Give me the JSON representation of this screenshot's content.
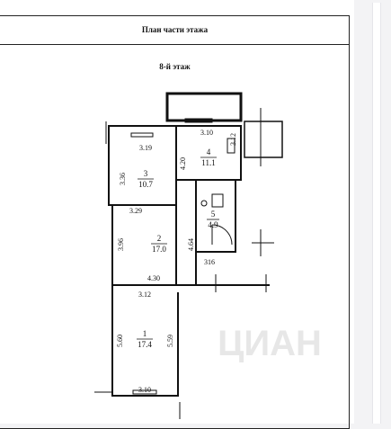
{
  "document": {
    "title": "План части этажа",
    "floor_label": "8-й этаж"
  },
  "rooms": [
    {
      "number": "1",
      "area": "17.4"
    },
    {
      "number": "2",
      "area": "17.0"
    },
    {
      "number": "3",
      "area": "10.7"
    },
    {
      "number": "4",
      "area": "11.1"
    },
    {
      "number": "5",
      "area": "4.9"
    }
  ],
  "dimensions": {
    "room1_top": "3.12",
    "room1_left": "5.60",
    "room1_right": "5.59",
    "room1_bottom": "3.10",
    "room2_left": "3.96",
    "room2_right": "4.64",
    "room2_bottom": "4.30",
    "room2_top": "3.29",
    "room3_top": "3.19",
    "room3_left": "3.36",
    "room4_top": "3.10",
    "room4_left": "4.20",
    "room4_right": "3.12",
    "room5_bottom": "316"
  },
  "watermark": "ЦИАН"
}
